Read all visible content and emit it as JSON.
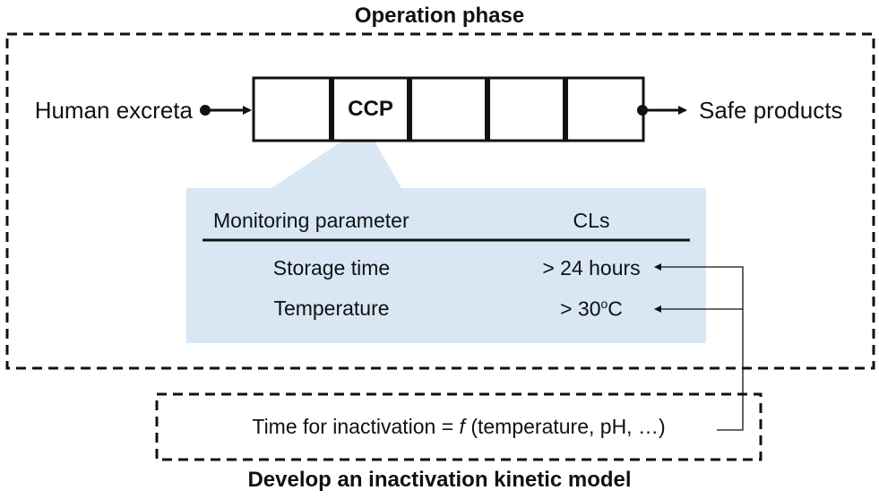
{
  "operation_phase": {
    "title": "Operation phase",
    "input_label": "Human excreta",
    "output_label": "Safe products",
    "process_chain": {
      "highlighted_step": "CCP"
    }
  },
  "monitoring_table": {
    "headers": {
      "parameter": "Monitoring parameter",
      "limit": "CLs"
    },
    "rows": [
      {
        "parameter": "Storage time",
        "limit": "> 24 hours"
      },
      {
        "parameter": "Temperature",
        "limit_prefix": "> 30",
        "limit_sup": "o",
        "limit_suffix": "C"
      }
    ]
  },
  "model": {
    "formula_prefix": "Time for inactivation = ",
    "formula_fn": "f",
    "formula_suffix": " (temperature, pH, …)",
    "title": "Develop an inactivation kinetic model"
  },
  "colors": {
    "callout_fill": "#d9e7f5",
    "line": "#111111",
    "background": "#ffffff"
  }
}
